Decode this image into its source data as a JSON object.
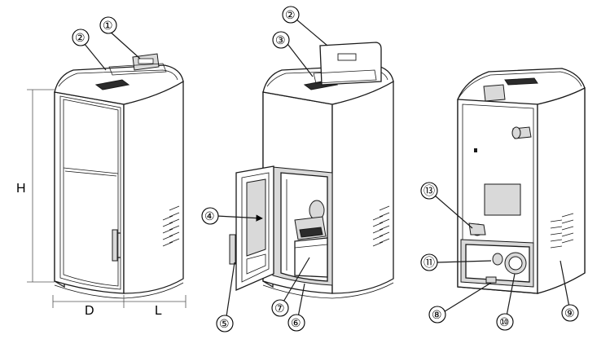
{
  "dimensions": {
    "height": "H",
    "depth": "D",
    "length": "L"
  },
  "callouts": {
    "c1": "①",
    "c2a": "②",
    "c2b": "②",
    "c3": "③",
    "c4": "④",
    "c5": "⑤",
    "c6": "⑥",
    "c7": "⑦",
    "c8": "⑧",
    "c9": "⑨",
    "c10": "⑩",
    "c11": "⑪",
    "c13": "⑬"
  },
  "colors": {
    "line": "#1a1a1a",
    "panel": "#d9d9d9",
    "dark": "#2b2b2b"
  }
}
